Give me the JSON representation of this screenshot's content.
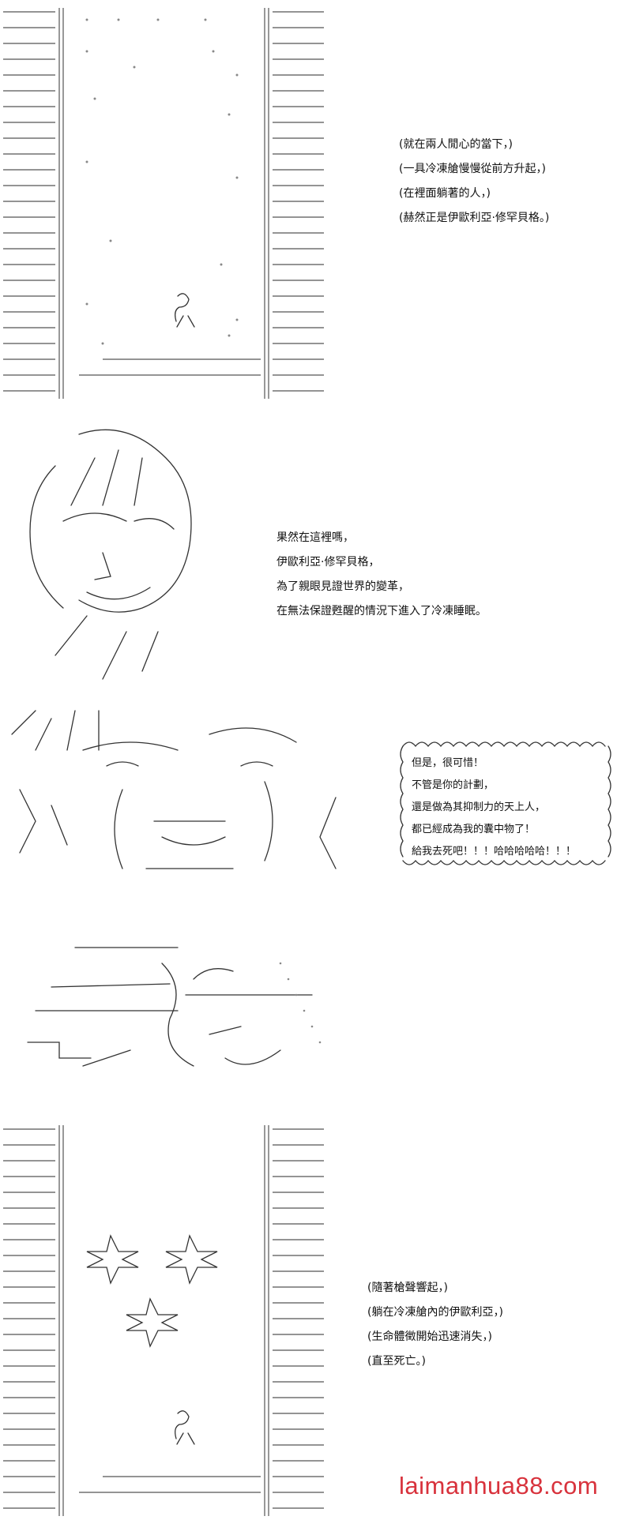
{
  "panel1": {
    "narration": [
      "(就在兩人閒心的當下，)",
      "(一具冷凍艙慢慢從前方升起，)",
      "(在裡面躺著的人，)",
      "(赫然正是伊歐利亞·修罕貝格。)"
    ]
  },
  "panel2": {
    "narration": [
      "果然在這裡嗎，",
      "伊歐利亞·修罕貝格，",
      "為了親眼見證世界的變革，",
      "在無法保證甦醒的情況下進入了冷凍睡眠。"
    ]
  },
  "panel3": {
    "speech": [
      "但是，很可惜！",
      "不管是你的計劃，",
      "還是做為其抑制力的天上人，",
      "都已經成為我的囊中物了！",
      "給我去死吧！！！哈哈哈哈哈！！！"
    ]
  },
  "panel5": {
    "narration": [
      "(隨著槍聲響起，)",
      "(躺在冷凍艙內的伊歐利亞，)",
      "(生命體徵開始迅速消失，)",
      "(直至死亡。)"
    ]
  },
  "watermark": {
    "text": "laimanhua88.com",
    "color": "#d8323c"
  }
}
